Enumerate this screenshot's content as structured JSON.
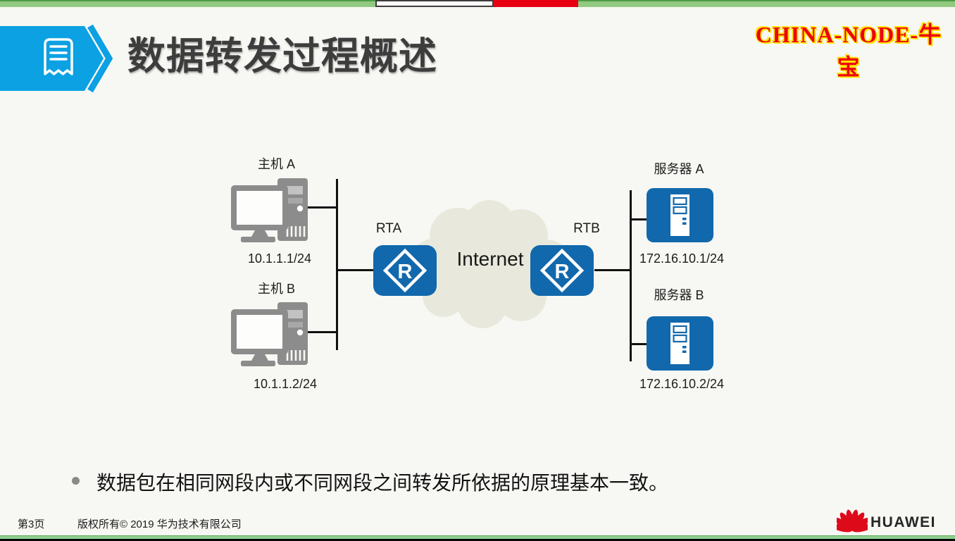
{
  "watermark": {
    "text": "CHINA-NODE-牛宝",
    "color": "#ee0010",
    "outline_color": "#ffe400"
  },
  "topbar": {
    "bar_color": "#92c981",
    "watched_segment_color": "#fbfbfb",
    "buffer_segment_color": "#e70012"
  },
  "header": {
    "title": "数据转发过程概述",
    "banner_color": "#0ba1e3",
    "icon": "document-icon"
  },
  "diagram": {
    "host_a": {
      "label": "主机 A",
      "ip": "10.1.1.1/24",
      "icon": "desktop-computer-icon"
    },
    "host_b": {
      "label": "主机 B",
      "ip": "10.1.1.2/24",
      "icon": "desktop-computer-icon"
    },
    "rta": {
      "label": "RTA",
      "letter": "R",
      "icon": "router-icon"
    },
    "rtb": {
      "label": "RTB",
      "letter": "R",
      "icon": "router-icon"
    },
    "internet": {
      "label": "Internet",
      "icon": "cloud-icon"
    },
    "server_a": {
      "label": "服务器 A",
      "ip": "172.16.10.1/24",
      "icon": "server-icon"
    },
    "server_b": {
      "label": "服务器 B",
      "ip": "172.16.10.2/24",
      "icon": "server-icon"
    }
  },
  "bullet": {
    "text": "数据包在相同网段内或不同网段之间转发所依据的原理基本一致。"
  },
  "footer": {
    "page": "第3页",
    "copyright": "版权所有© 2019 华为技术有限公司",
    "brand": "HUAWEI"
  },
  "colors": {
    "node_blue": "#1268ac",
    "banner_cyan": "#0ba1e3",
    "cloud": "#e8e9dc",
    "device_gray": "#8c8c8c",
    "background": "#f7f8f3",
    "huawei_red": "#dd0a1a"
  }
}
